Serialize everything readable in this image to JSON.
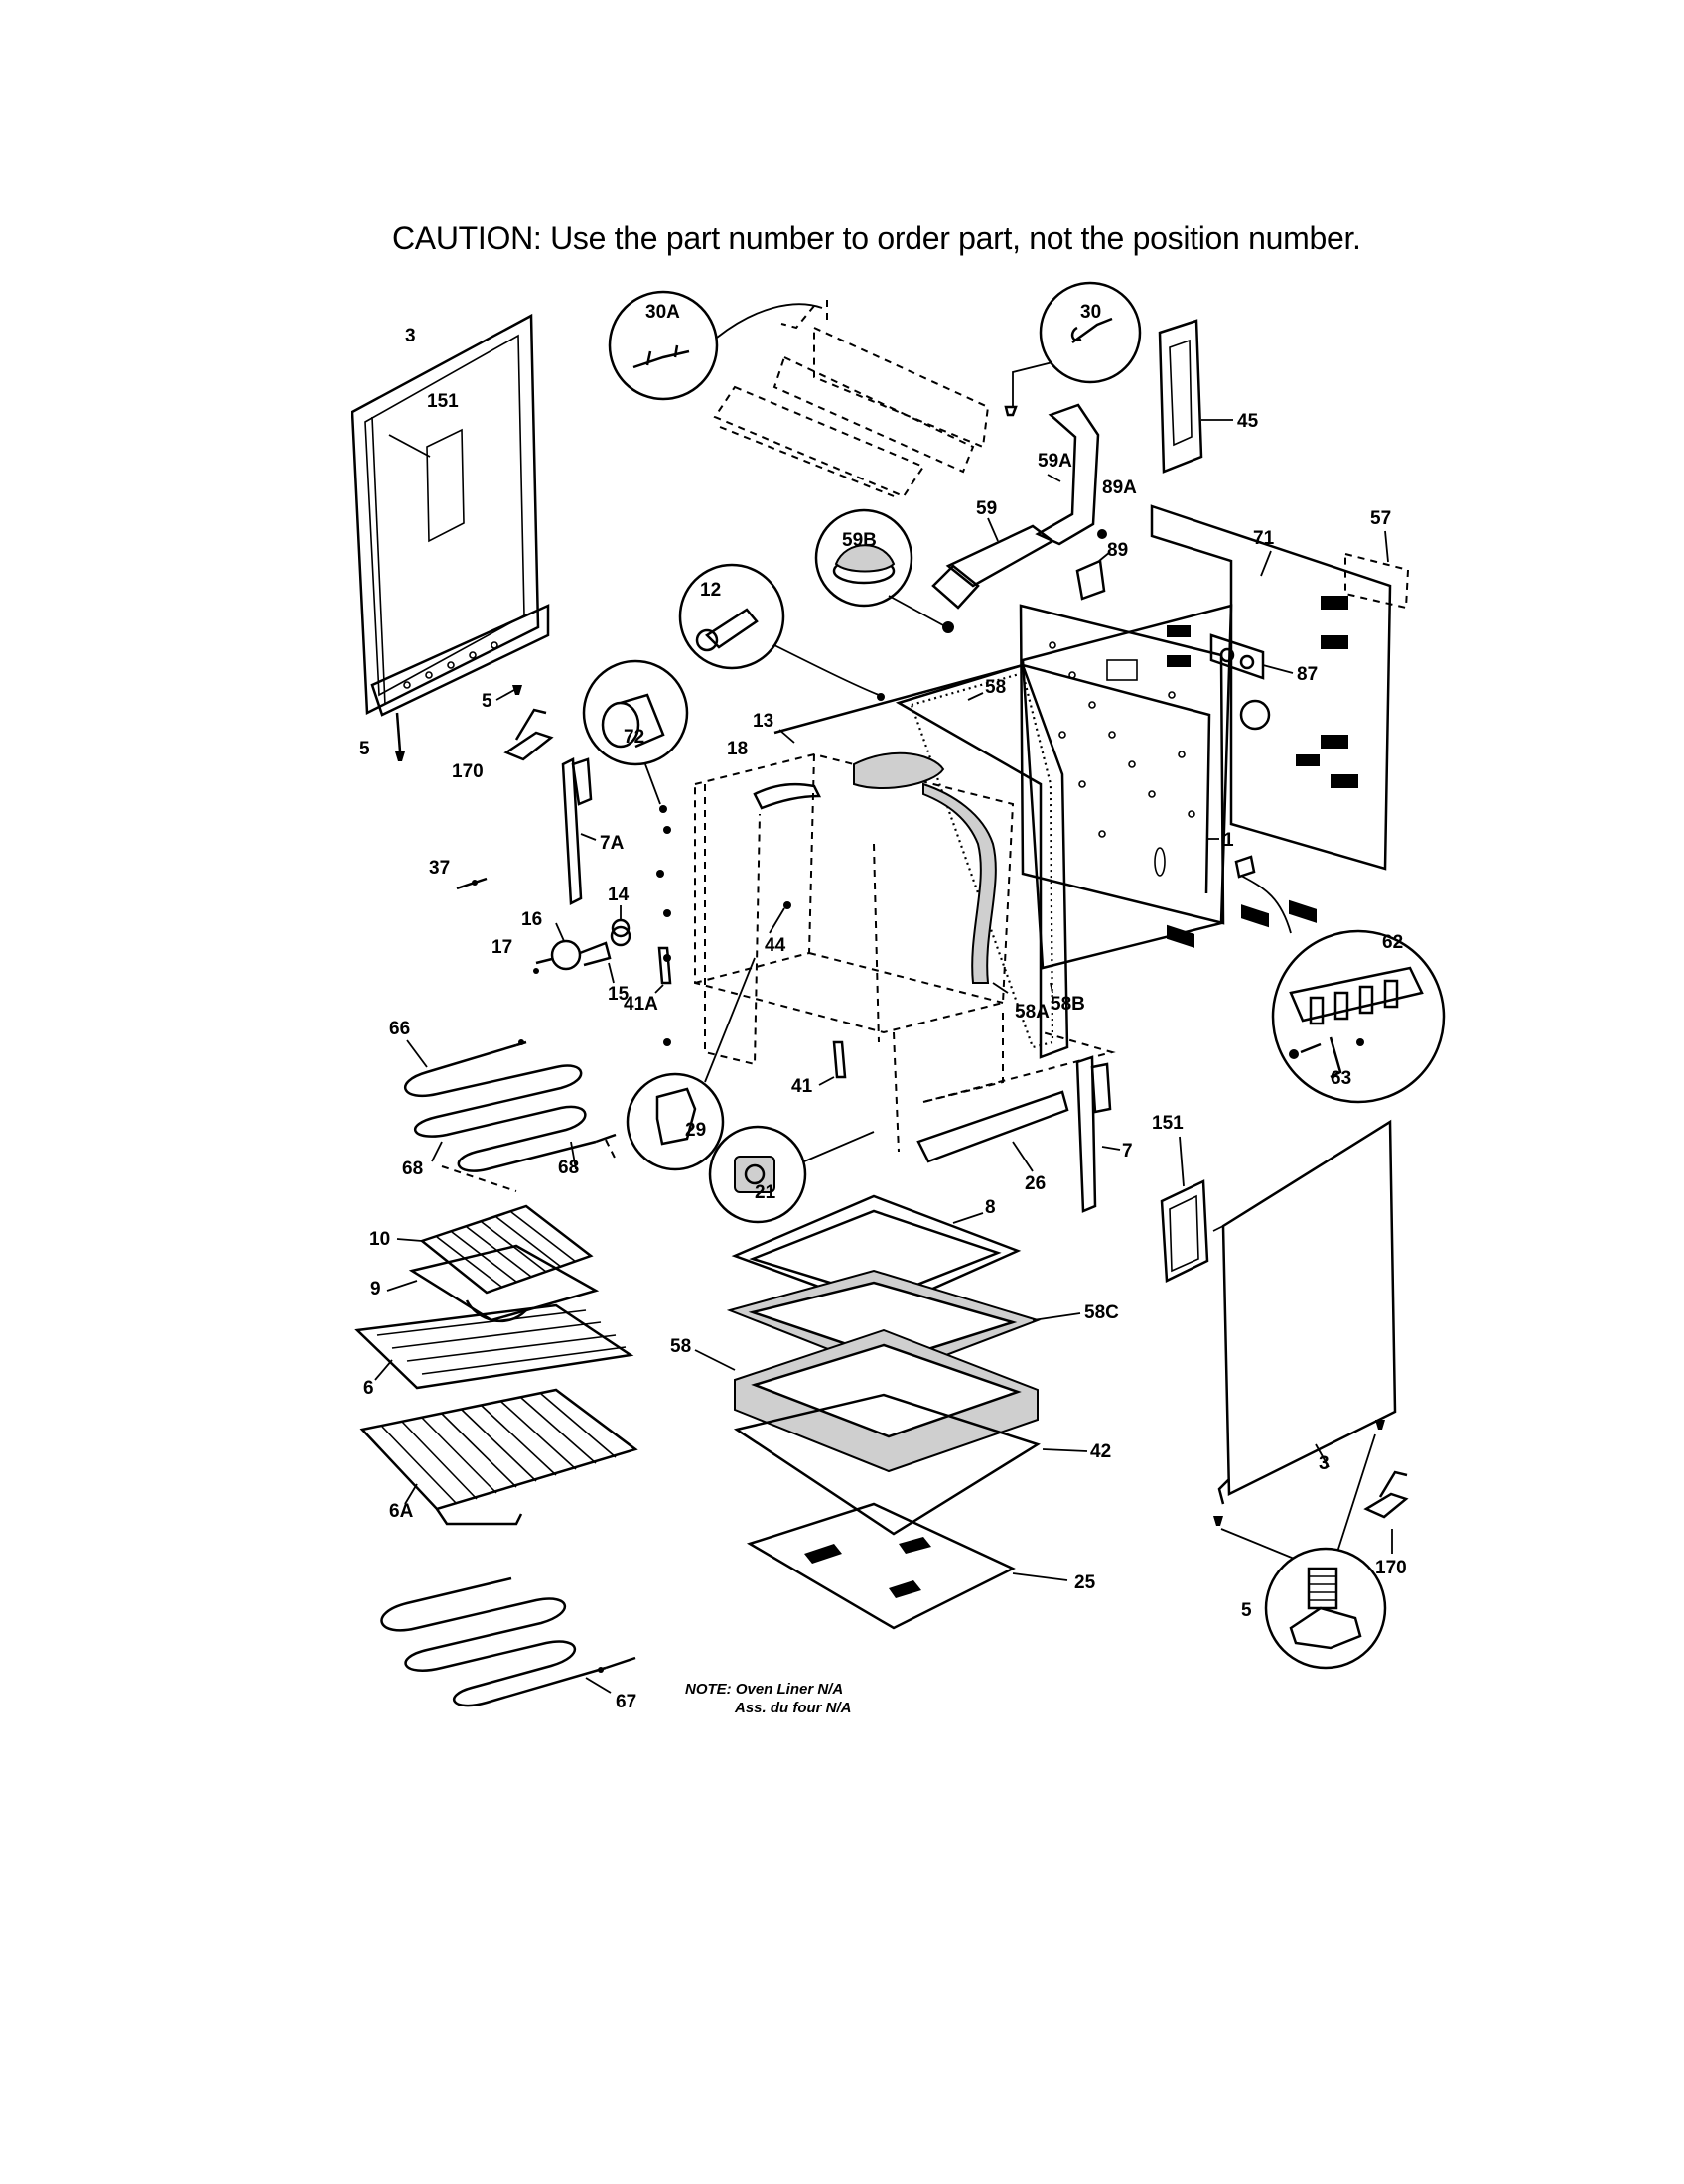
{
  "caution": "CAUTION: Use the part number to order part, not the position number.",
  "note": {
    "line1": "NOTE: Oven Liner N/A",
    "line2": "Ass. du four N/A"
  },
  "labels": {
    "p3_top": "3",
    "p151_top": "151",
    "p5_a": "5",
    "p5_b": "5",
    "p170_a": "170",
    "p30A": "30A",
    "p30": "30",
    "p45": "45",
    "p59A": "59A",
    "p89A": "89A",
    "p59": "59",
    "p59B": "59B",
    "p89": "89",
    "p71": "71",
    "p57": "57",
    "p12": "12",
    "p58_top": "58",
    "p87": "87",
    "p72": "72",
    "p13": "13",
    "p18": "18",
    "p7A": "7A",
    "p37": "37",
    "p14": "14",
    "p16": "16",
    "p17": "17",
    "p15": "15",
    "p44": "44",
    "p41A": "41A",
    "p1": "1",
    "p58A": "58A",
    "p58B": "58B",
    "p62": "62",
    "p63": "63",
    "p66": "66",
    "p68_a": "68",
    "p68_b": "68",
    "p41": "41",
    "p29": "29",
    "p21": "21",
    "p26": "26",
    "p7": "7",
    "p151_bot": "151",
    "p10": "10",
    "p9": "9",
    "p6": "6",
    "p8": "8",
    "p58C": "58C",
    "p58_bot": "58",
    "p42": "42",
    "p6A": "6A",
    "p3_bot": "3",
    "p170_b": "170",
    "p25": "25",
    "p5_c": "5",
    "p67": "67"
  }
}
